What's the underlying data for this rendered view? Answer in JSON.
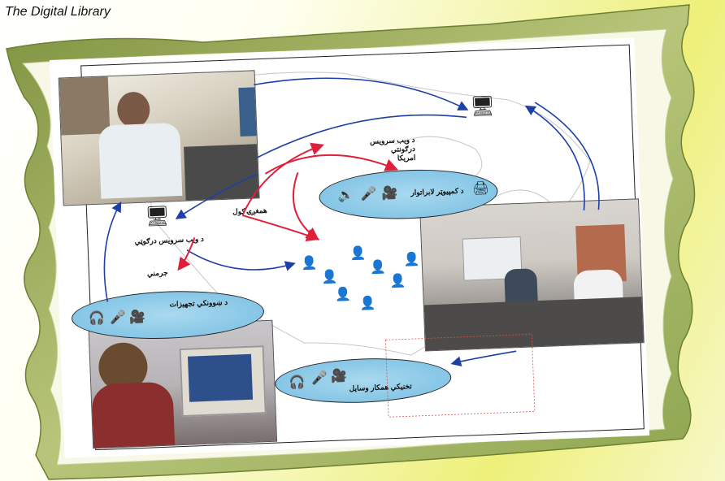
{
  "header": {
    "title": "The Digital Library"
  },
  "diagram": {
    "labels": {
      "us_servers": "د ويب سرويس\nدرګونتي\nامريکا",
      "translation": "همغږۍ کول",
      "web_server_local": "د ويب سرويس درګوټي",
      "germany": "جرمني",
      "equipment_top": "د کمپيوټر لابراتوار",
      "equipment_left": "د ښوونکي تجهيزات",
      "equipment_bottom": "تخنيکي همکار وسايل"
    },
    "icons": [
      "speaker-icon",
      "microphone-icon",
      "camera-icon",
      "scanner-icon",
      "headset-icon",
      "computer-icon",
      "person-icon"
    ]
  },
  "colors": {
    "arrow_blue": "#1f3fa8",
    "arrow_red": "#e0203a",
    "ellipse": "#86c6e6",
    "frame_green": "#a9b865"
  }
}
